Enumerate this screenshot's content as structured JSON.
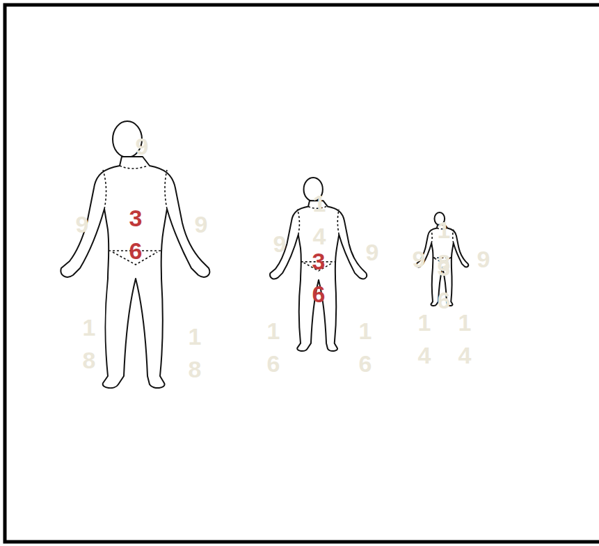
{
  "diagram": {
    "labels": [
      "9",
      "9",
      "36",
      "9",
      "18",
      "18",
      "14",
      "9",
      "36",
      "9",
      "16",
      "16",
      "18",
      "9",
      "36",
      "9",
      "14",
      "14"
    ]
  }
}
